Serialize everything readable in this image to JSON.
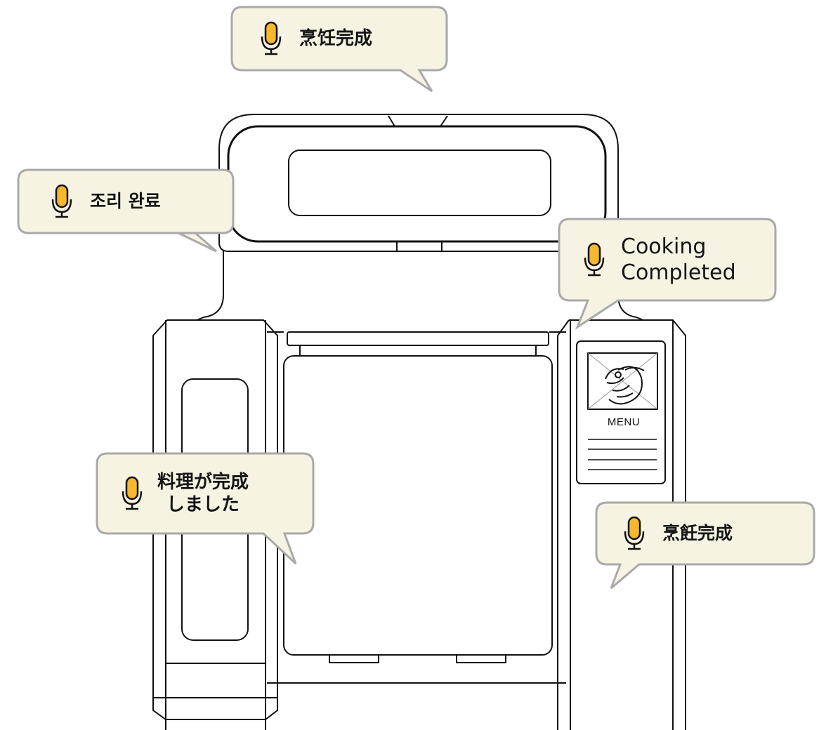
{
  "callouts": {
    "top": {
      "icon": "microphone-icon",
      "text": "烹饪完成"
    },
    "left": {
      "icon": "microphone-icon",
      "text": "조리 완료"
    },
    "right_top": {
      "icon": "microphone-icon",
      "line1": "Cooking",
      "line2": "Completed"
    },
    "middle": {
      "icon": "microphone-icon",
      "line1": "料理が完成",
      "line2": "しました"
    },
    "right_bottom": {
      "icon": "microphone-icon",
      "text": "烹飪完成"
    }
  },
  "menu_screen": {
    "icon": "shrimp-icon",
    "label": "MENU"
  },
  "colors": {
    "bubble_fill": "#f7f3e3",
    "bubble_border": "#a9a9a9",
    "mic_fill": "#f5b82e",
    "line": "#111111"
  }
}
